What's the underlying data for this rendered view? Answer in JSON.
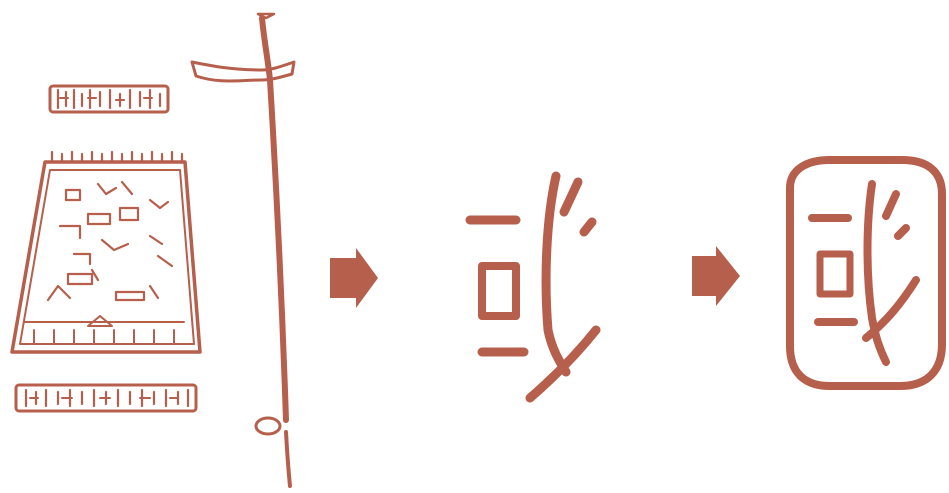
{
  "diagram": {
    "ink_color": "#b65f4c",
    "arrow_color": "#b65f4c",
    "stages": [
      {
        "id": "walled-city-and-dagger-pictograph"
      },
      {
        "id": "early-guo-character"
      },
      {
        "id": "enclosed-guo-character"
      }
    ],
    "arrows": [
      {
        "from": 0,
        "to": 1
      },
      {
        "from": 1,
        "to": 2
      }
    ]
  }
}
